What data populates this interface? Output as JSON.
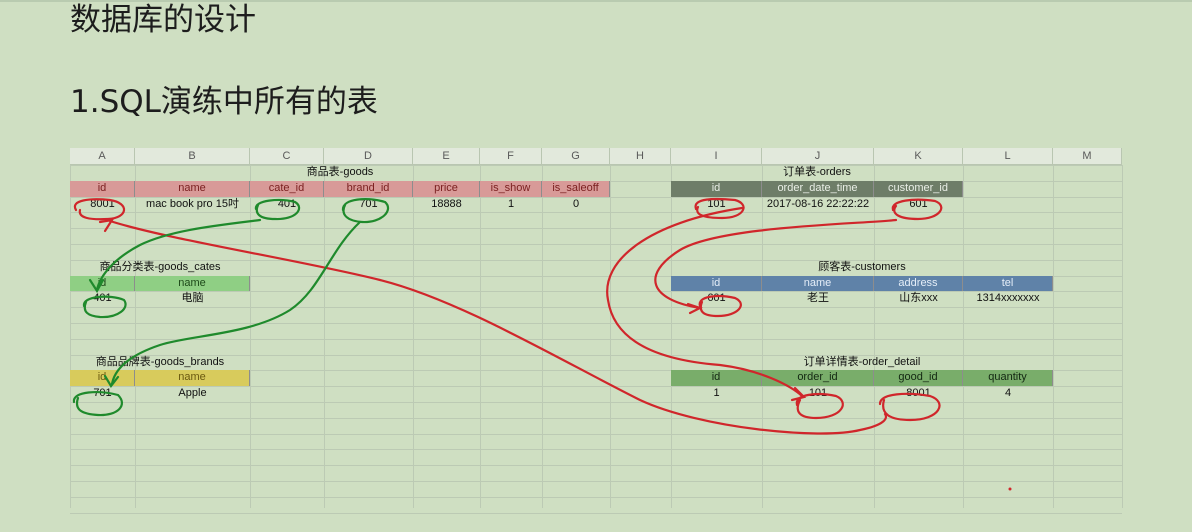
{
  "page": {
    "title": "数据库的设计",
    "subtitle": "1.SQL演练中所有的表"
  },
  "sheet": {
    "columns": [
      "A",
      "B",
      "C",
      "D",
      "E",
      "F",
      "G",
      "H",
      "I",
      "J",
      "K",
      "L",
      "M"
    ]
  },
  "tables": {
    "goods": {
      "caption": "商品表-goods",
      "headers": [
        "id",
        "name",
        "cate_id",
        "brand_id",
        "price",
        "is_show",
        "is_saleoff"
      ],
      "row": [
        "8001",
        "mac book pro 15吋",
        "401",
        "701",
        "18888",
        "1",
        "0"
      ]
    },
    "orders": {
      "caption": "订单表-orders",
      "headers": [
        "id",
        "order_date_time",
        "customer_id"
      ],
      "row": [
        "101",
        "2017-08-16 22:22:22",
        "601"
      ]
    },
    "goods_cates": {
      "caption": "商品分类表-goods_cates",
      "headers": [
        "id",
        "name"
      ],
      "row": [
        "401",
        "电脑"
      ]
    },
    "customers": {
      "caption": "顾客表-customers",
      "headers": [
        "id",
        "name",
        "address",
        "tel"
      ],
      "row": [
        "601",
        "老王",
        "山东xxx",
        "1314xxxxxxx"
      ]
    },
    "goods_brands": {
      "caption": "商品品牌表-goods_brands",
      "headers": [
        "id",
        "name"
      ],
      "row": [
        "701",
        "Apple"
      ]
    },
    "order_detail": {
      "caption": "订单详情表-order_detail",
      "headers": [
        "id",
        "order_id",
        "good_id",
        "quantity"
      ],
      "row": [
        "1",
        "101",
        "8001",
        "4"
      ]
    }
  },
  "colors": {
    "annotation_red": "#d0262b",
    "annotation_green": "#1f8a2c",
    "background": "#cfdfc2"
  }
}
